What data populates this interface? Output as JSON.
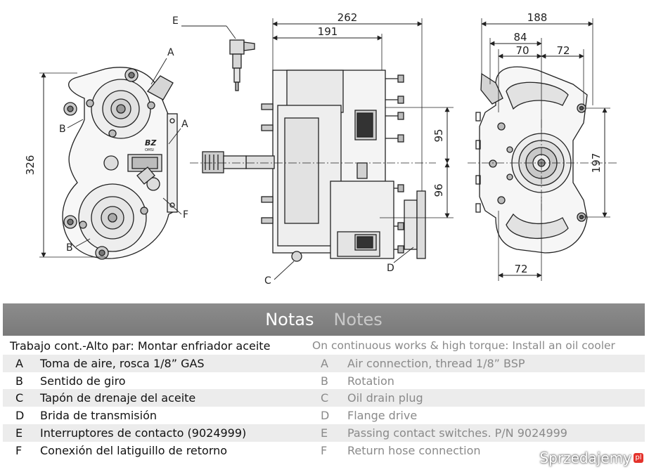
{
  "drawing": {
    "dims": {
      "d262": "262",
      "d191": "191",
      "d188": "188",
      "d84": "84",
      "d70": "70",
      "d72_top": "72",
      "d326": "326",
      "d95": "95",
      "d96": "96",
      "d197": "197",
      "d72_bottom": "72"
    },
    "callouts": {
      "A1": "A",
      "A2": "A",
      "B1": "B",
      "B2": "B",
      "C": "C",
      "D": "D",
      "E": "E",
      "F": "F"
    },
    "logo_text": "BZ",
    "logo_sub": "OMSI"
  },
  "notes": {
    "title_es": "Notas",
    "title_en": "Notes",
    "header_es": "Trabajo cont.-Alto par: Montar enfriador aceite",
    "header_en": "On continuous works & high torque: Install an oil cooler",
    "rows": [
      {
        "letter": "A",
        "es": "Toma de aire, rosca 1/8” GAS",
        "en": "Air connection, thread 1/8” BSP"
      },
      {
        "letter": "B",
        "es": "Sentido de giro",
        "en": "Rotation"
      },
      {
        "letter": "C",
        "es": "Tapón de drenaje del aceite",
        "en": "Oil drain plug"
      },
      {
        "letter": "D",
        "es": "Brida de transmisión",
        "en": "Flange drive"
      },
      {
        "letter": "E",
        "es": "Interruptores de contacto (9024999)",
        "en": "Passing contact switches. P/N 9024999"
      },
      {
        "letter": "F",
        "es": "Conexión del latiguillo de retorno",
        "en": "Return hose connection"
      }
    ]
  },
  "watermark": {
    "text": "Sprzedajemy",
    "badge": "pl"
  }
}
